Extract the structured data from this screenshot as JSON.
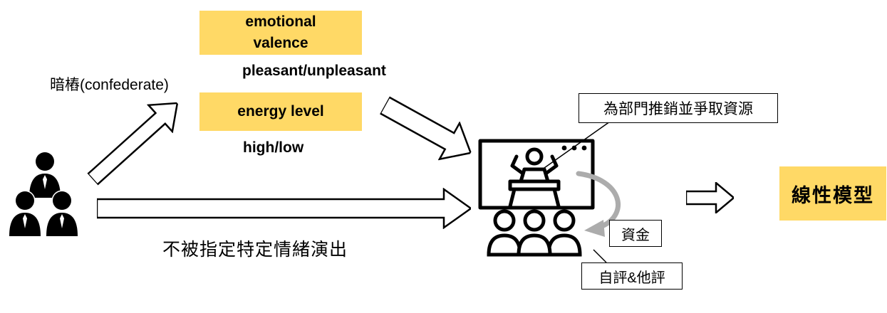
{
  "diagram": {
    "participants": {
      "confederate_label": "暗樁(confederate)",
      "no_emotion_label": "不被指定特定情緒演出"
    },
    "conditions": {
      "emotional_valence": {
        "title": "emotional valence",
        "levels": "pleasant/unpleasant"
      },
      "energy_level": {
        "title": "energy level",
        "levels": "high/low"
      }
    },
    "presentation": {
      "task_label": "為部門推銷並爭取資源",
      "funding_label": "資金",
      "evaluation_label": "自評&他評"
    },
    "outcome": {
      "model_label": "線性模型"
    },
    "colors": {
      "highlight": "#FFD966",
      "ink": "#000000",
      "gray_arrow": "#ACACAC"
    }
  }
}
